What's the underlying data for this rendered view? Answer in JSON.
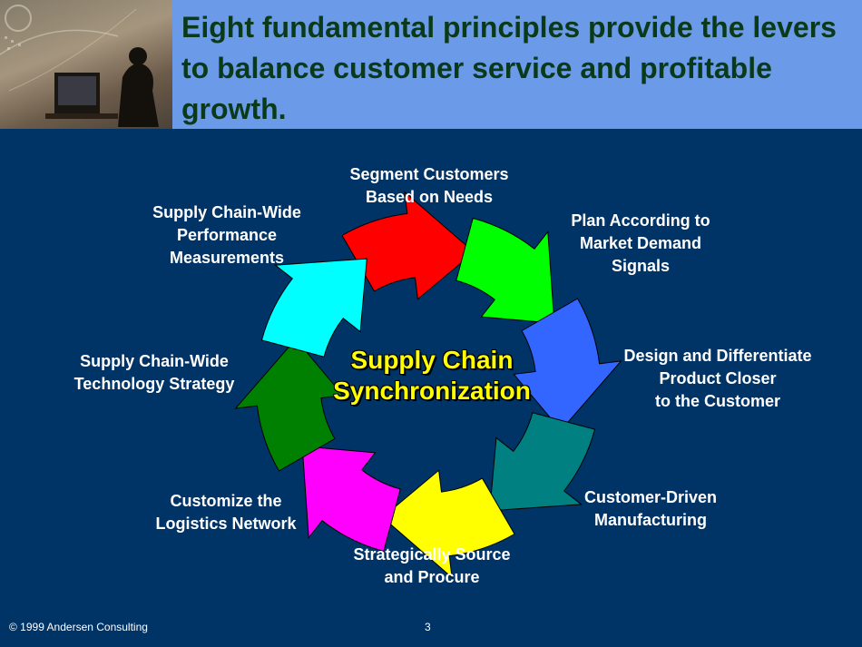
{
  "title": "Eight fundamental principles provide the levers to balance customer service and profitable growth.",
  "center_label": "Supply Chain\nSynchronization",
  "cycle_steps": [
    {
      "label": "Segment Customers\nBased on Needs",
      "color": "#ff0000"
    },
    {
      "label": "Plan According to\nMarket Demand\nSignals",
      "color": "#00ff00"
    },
    {
      "label": "Design and Differentiate\nProduct Closer\nto the Customer",
      "color": "#3366ff"
    },
    {
      "label": "Customer-Driven\nManufacturing",
      "color": "#008080"
    },
    {
      "label": "Strategically Source\nand Procure",
      "color": "#ffff00"
    },
    {
      "label": "Customize the\nLogistics Network",
      "color": "#ff00ff"
    },
    {
      "label": "Supply Chain-Wide\nTechnology Strategy",
      "color": "#008000"
    },
    {
      "label": "Supply Chain-Wide\nPerformance\nMeasurements",
      "color": "#00ffff"
    }
  ],
  "footer": {
    "copyright": "© 1999 Andersen Consulting",
    "page_number": "3"
  },
  "colors": {
    "background": "#003366",
    "header_band": "#6a9ae8",
    "title_text": "#0b3a1a",
    "center_text": "#ffff00"
  }
}
